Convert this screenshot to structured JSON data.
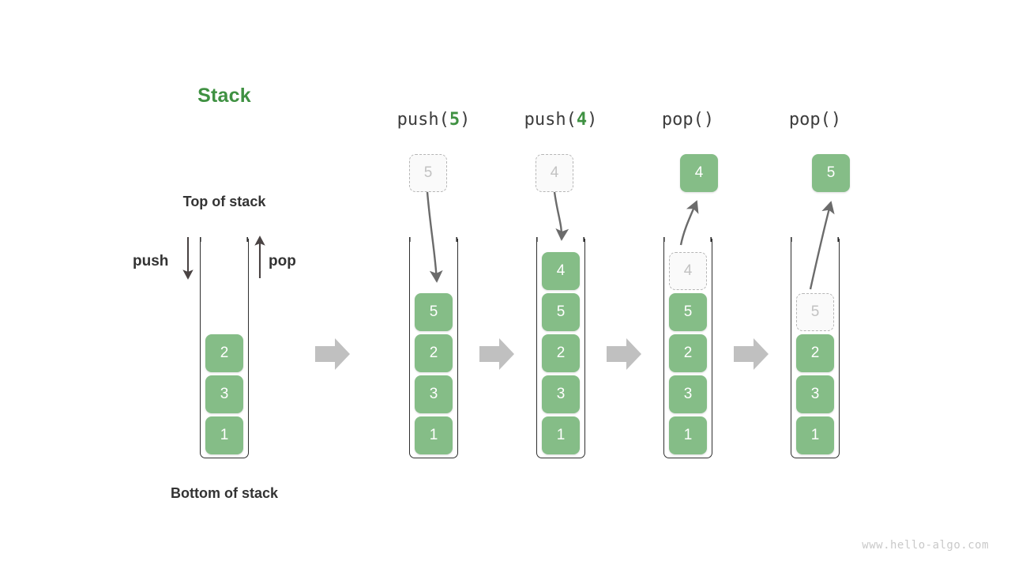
{
  "diagram": {
    "title": "Stack",
    "title_color": "#3f9142",
    "box_color": "#85bd87",
    "ghost_color": "#c2c2c2",
    "arrow_color": "#c0c0c0",
    "watermark": "www.hello-algo.com"
  },
  "legend": {
    "top_label": "Top of stack",
    "bottom_label": "Bottom of stack",
    "push_label": "push",
    "pop_label": "pop"
  },
  "operations": [
    {
      "name": "push",
      "arg": "5",
      "prefix": "push(",
      "suffix": ")"
    },
    {
      "name": "push",
      "arg": "4",
      "prefix": "push(",
      "suffix": ")"
    },
    {
      "name": "pop",
      "arg": "",
      "prefix": "pop()",
      "suffix": ""
    },
    {
      "name": "pop",
      "arg": "",
      "prefix": "pop()",
      "suffix": ""
    }
  ],
  "stacks": [
    {
      "id": "initial",
      "items": [
        "2",
        "3",
        "1"
      ]
    },
    {
      "id": "after-push-5",
      "items": [
        "5",
        "2",
        "3",
        "1"
      ]
    },
    {
      "id": "after-push-4",
      "items": [
        "4",
        "5",
        "2",
        "3",
        "1"
      ]
    },
    {
      "id": "pop-4",
      "ghost_top": "4",
      "items": [
        "5",
        "2",
        "3",
        "1"
      ]
    },
    {
      "id": "pop-5",
      "ghost_top": "5",
      "items": [
        "2",
        "3",
        "1"
      ]
    }
  ],
  "floating_boxes": [
    {
      "id": "incoming-5",
      "value": "5",
      "kind": "ghost"
    },
    {
      "id": "incoming-4",
      "value": "4",
      "kind": "ghost"
    },
    {
      "id": "popped-4",
      "value": "4",
      "kind": "solid"
    },
    {
      "id": "popped-5",
      "value": "5",
      "kind": "solid"
    }
  ],
  "transition_arrows": [
    "step-1",
    "step-2",
    "step-3",
    "step-4"
  ]
}
